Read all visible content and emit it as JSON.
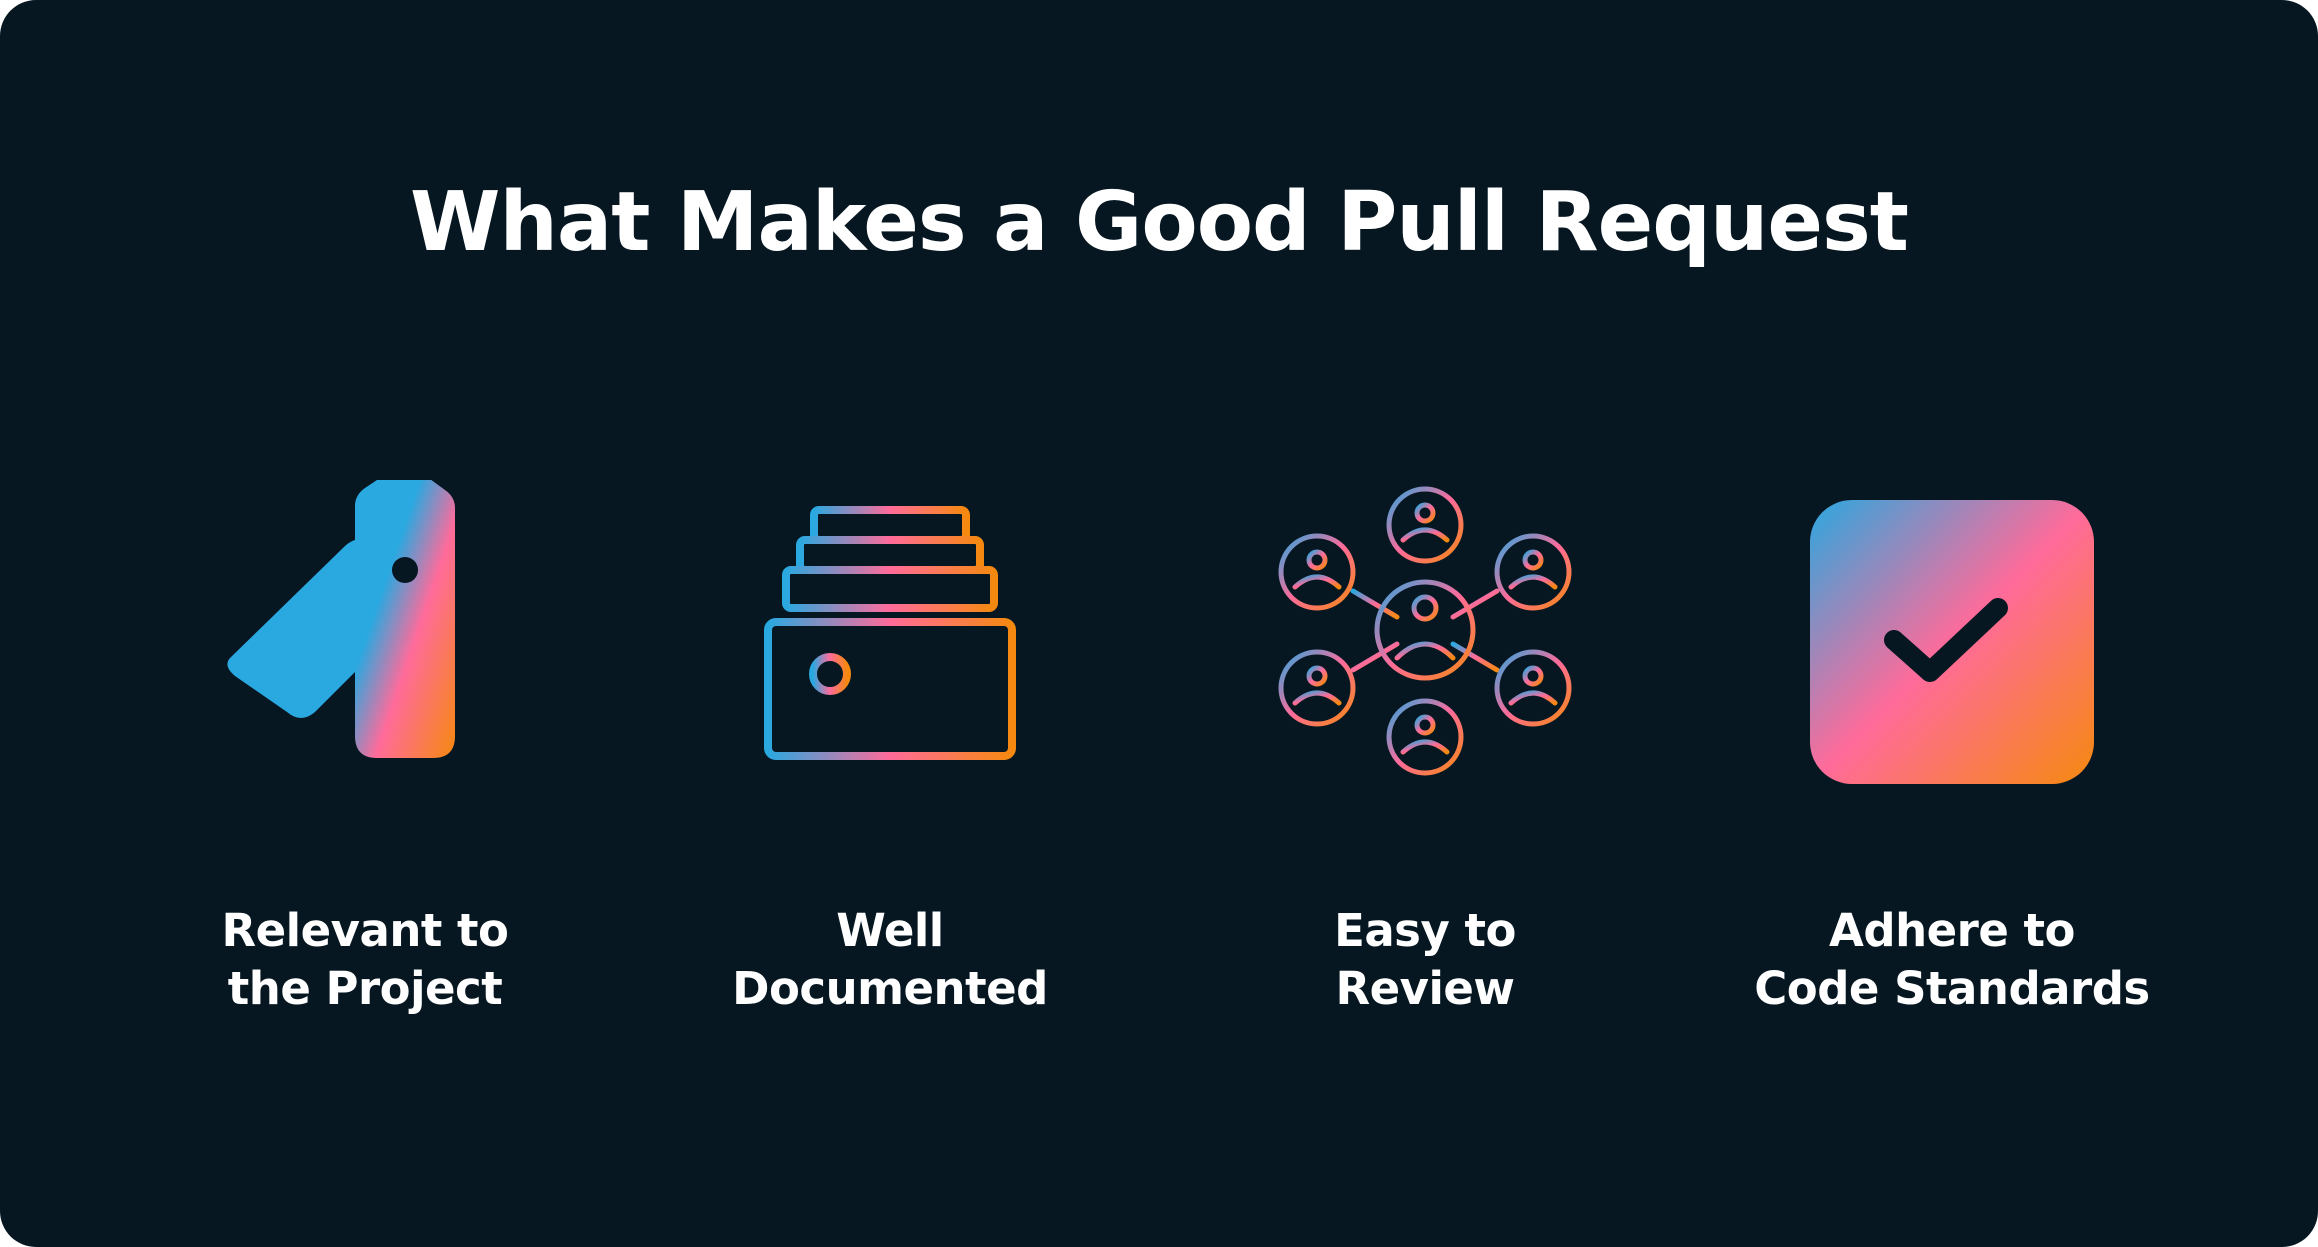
{
  "title": "What Makes a Good Pull Request",
  "colors": {
    "background": "#061722",
    "gradient_blue": "#2aa8e0",
    "gradient_pink": "#ff6b9a",
    "gradient_orange": "#f5890f",
    "text": "#ffffff"
  },
  "items": [
    {
      "icon": "tags-icon",
      "line1": "Relevant to",
      "line2": "the Project"
    },
    {
      "icon": "document-stack-icon",
      "line1": "Well",
      "line2": "Documented"
    },
    {
      "icon": "people-network-icon",
      "line1": "Easy to",
      "line2": "Review"
    },
    {
      "icon": "checkbox-icon",
      "line1": "Adhere to",
      "line2": "Code Standards"
    }
  ]
}
